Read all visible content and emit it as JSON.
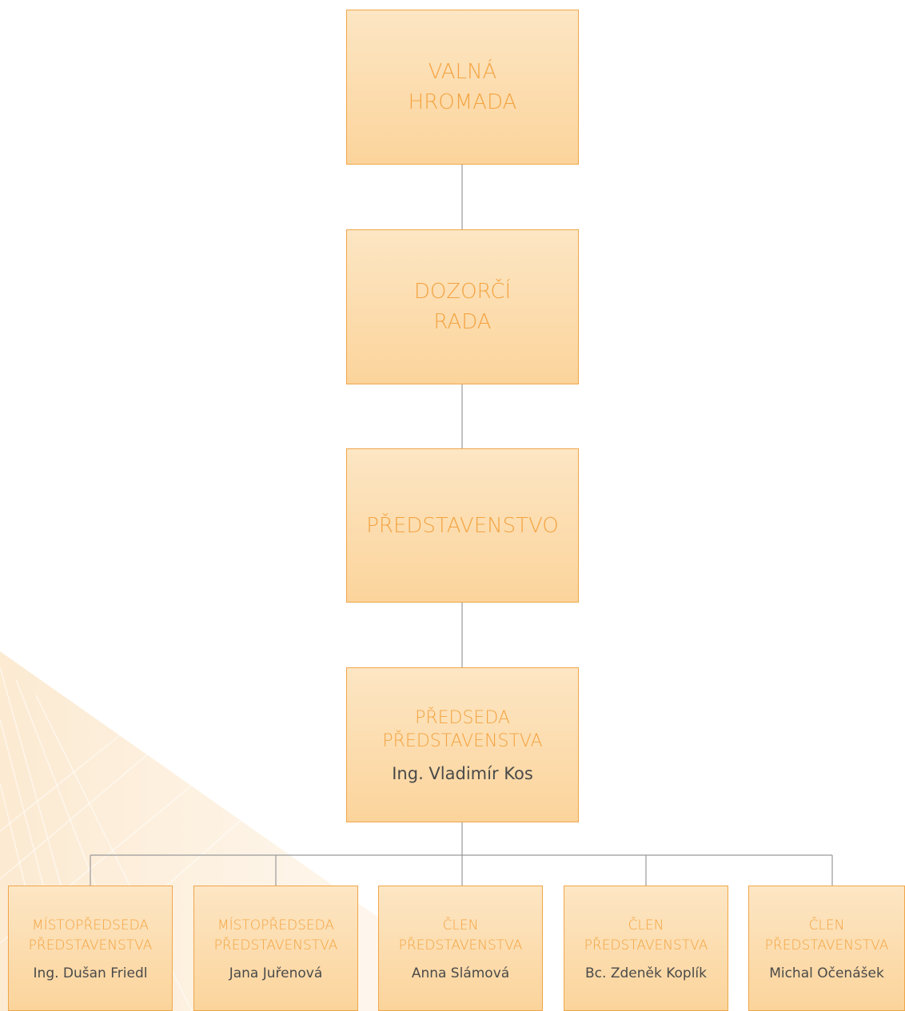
{
  "levels": {
    "general_meeting": {
      "line1": "VALNÁ",
      "line2": "HROMADA"
    },
    "supervisory_board": {
      "line1": "DOZORČÍ",
      "line2": "RADA"
    },
    "board": {
      "line1": "PŘEDSTAVENSTVO"
    },
    "chairman": {
      "line1": "PŘEDSEDA",
      "line2": "PŘEDSTAVENSTVA",
      "name": "Ing. Vladimír Kos"
    }
  },
  "members": [
    {
      "line1": "MÍSTOPŘEDSEDA",
      "line2": "PŘEDSTAVENSTVA",
      "name": "Ing. Dušan Friedl"
    },
    {
      "line1": "MÍSTOPŘEDSEDA",
      "line2": "PŘEDSTAVENSTVA",
      "name": "Jana Juřenová"
    },
    {
      "line1": "ČLEN",
      "line2": "PŘEDSTAVENSTVA",
      "name": "Anna Slámová"
    },
    {
      "line1": "ČLEN",
      "line2": "PŘEDSTAVENSTVA",
      "name": "Bc. Zdeněk Koplík"
    },
    {
      "line1": "ČLEN",
      "line2": "PŘEDSTAVENSTVA",
      "name": "Michal Očenášek"
    }
  ],
  "colors": {
    "box_border": "#f0a64a",
    "box_fill_top": "#fde6c4",
    "box_fill_bottom": "#fbd49b",
    "title_text": "#f4a340",
    "name_text": "#4a4a4a",
    "connector": "#999999"
  }
}
